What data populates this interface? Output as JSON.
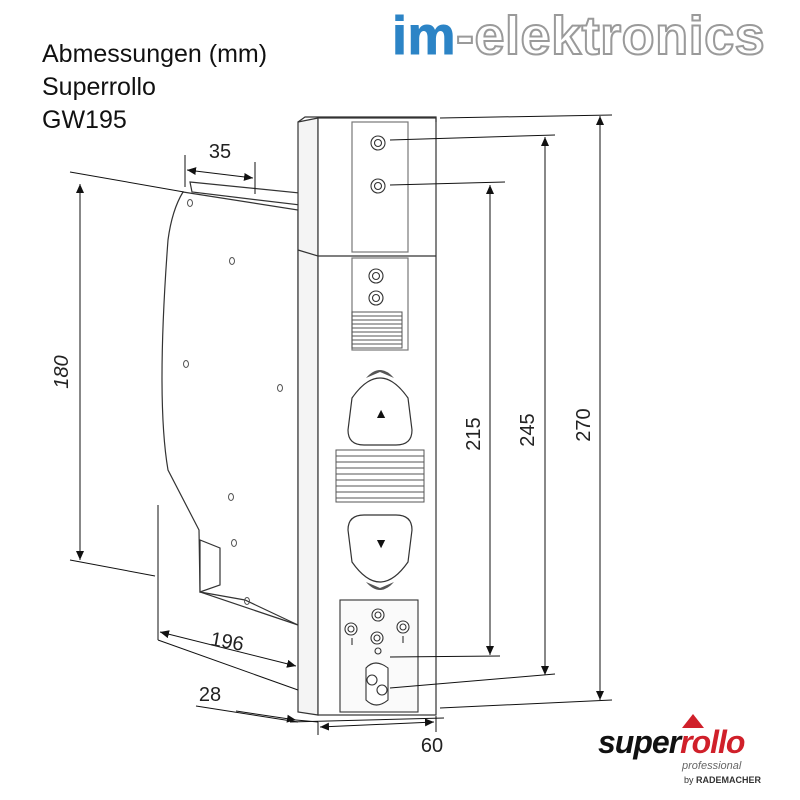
{
  "title": {
    "line1": "Abmessungen (mm)",
    "line2": "Superrollo",
    "line3": "GW195"
  },
  "brand": {
    "prefix": "im",
    "suffix": "-elektronics",
    "color_prefix": "#2c84c6",
    "color_suffix_stroke": "#9a9a9a"
  },
  "dimensions": {
    "width_top": "35",
    "height_left": "180",
    "depth": "196",
    "base_depth": "28",
    "base_width": "60",
    "height_215": "215",
    "height_245": "245",
    "height_270": "270"
  },
  "logo": {
    "word_part1": "super",
    "word_part2": "rollo",
    "tagline": "professional",
    "by_prefix": "by",
    "by_company": "RADEMACHER",
    "color_accent": "#d0202a"
  },
  "buttons": {
    "up_symbol": "▲",
    "down_symbol": "▼"
  }
}
